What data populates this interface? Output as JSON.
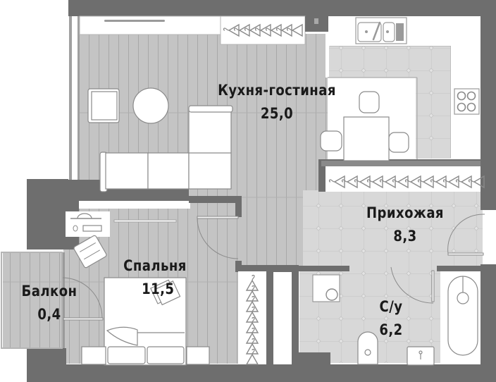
{
  "plan": {
    "colors": {
      "wall": "#6e6e6e",
      "parquet": "#c4c4c4",
      "parquet_line": "#a8a8a8",
      "tile": "#d8d8d8",
      "tile_line": "#c6c6c6",
      "furniture": "#ffffff",
      "furniture_stroke": "#8a8a8a",
      "text": "#1a1a1a"
    },
    "rooms": [
      {
        "id": "kitchen-living",
        "name": "Кухня-гостиная",
        "area": "25,0"
      },
      {
        "id": "hallway",
        "name": "Прихожая",
        "area": "8,3"
      },
      {
        "id": "bedroom",
        "name": "Спальня",
        "area": "11,5"
      },
      {
        "id": "balcony",
        "name": "Балкон",
        "area": "0,4"
      },
      {
        "id": "bathroom",
        "name": "С/у",
        "area": "6,2"
      }
    ]
  }
}
